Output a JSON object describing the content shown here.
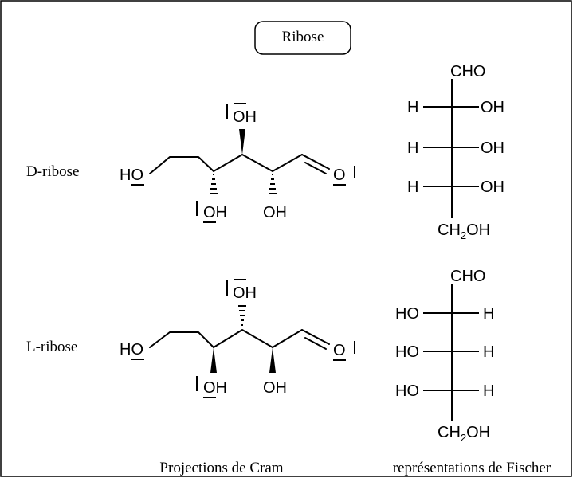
{
  "title": "Ribose",
  "row_labels": {
    "d": "D-ribose",
    "l": "L-ribose"
  },
  "captions": {
    "cram": "Projections de Cram",
    "fischer": "représentations de Fischer"
  },
  "cram": {
    "left_group": "HO",
    "aldehyde_o": "O",
    "oh": "OH",
    "lp_bar": "|"
  },
  "fischer": {
    "top": "CHO",
    "h": "H",
    "oh": "OH",
    "ho": "HO",
    "bottom_ch": "CH",
    "bottom_sub": "2",
    "bottom_oh": "OH"
  }
}
